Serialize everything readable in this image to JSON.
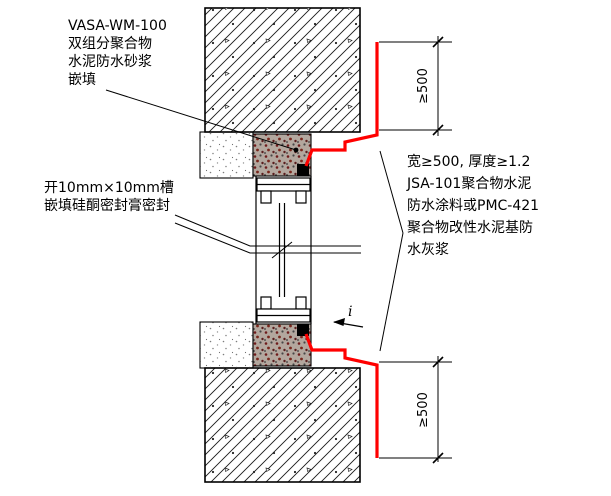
{
  "drawing": {
    "type": "construction-detail",
    "subject": "window jamb waterproofing section detail",
    "annotations": {
      "top_left": {
        "lines": [
          "VASA-WM-100",
          "双组分聚合物",
          "水泥防水砂浆",
          "嵌填"
        ]
      },
      "mid_left": {
        "lines": [
          "开10mm×10mm槽",
          "嵌填硅酮密封膏密封"
        ]
      },
      "right": {
        "lines": [
          "宽≥500, 厚度≥1.2",
          "JSA-101聚合物水泥",
          "防水涂料或PMC-421",
          "聚合物改性水泥基防",
          "水灰浆"
        ]
      },
      "dimension_top": "≥500",
      "dimension_bottom": "≥500",
      "marker": "i"
    },
    "colors": {
      "line": "#000000",
      "waterproof_coating": "#ff0000",
      "sealant": "#000000",
      "mortar_base": "#b3a79e",
      "mortar_speckle": "#6e1b1b"
    }
  }
}
